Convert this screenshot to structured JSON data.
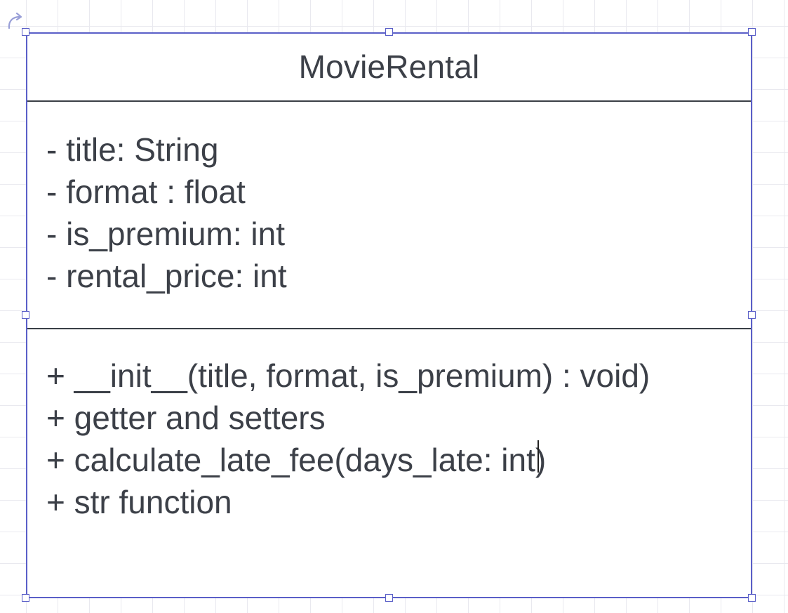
{
  "diagram": {
    "class_name": "MovieRental",
    "attributes": [
      "- title: String",
      "- format : float",
      "- is_premium: int",
      "- rental_price: int"
    ],
    "methods": [
      "+ __init__(title, format, is_premium) : void)",
      "+ getter and setters",
      "+ calculate_late_fee(days_late: int)",
      "+ str function"
    ]
  },
  "colors": {
    "selection": "#5a5fc8",
    "border": "#3a3f46",
    "text": "#3c4048",
    "grid": "#e9e9ef"
  },
  "icons": {
    "rotate": "rotate-icon"
  }
}
